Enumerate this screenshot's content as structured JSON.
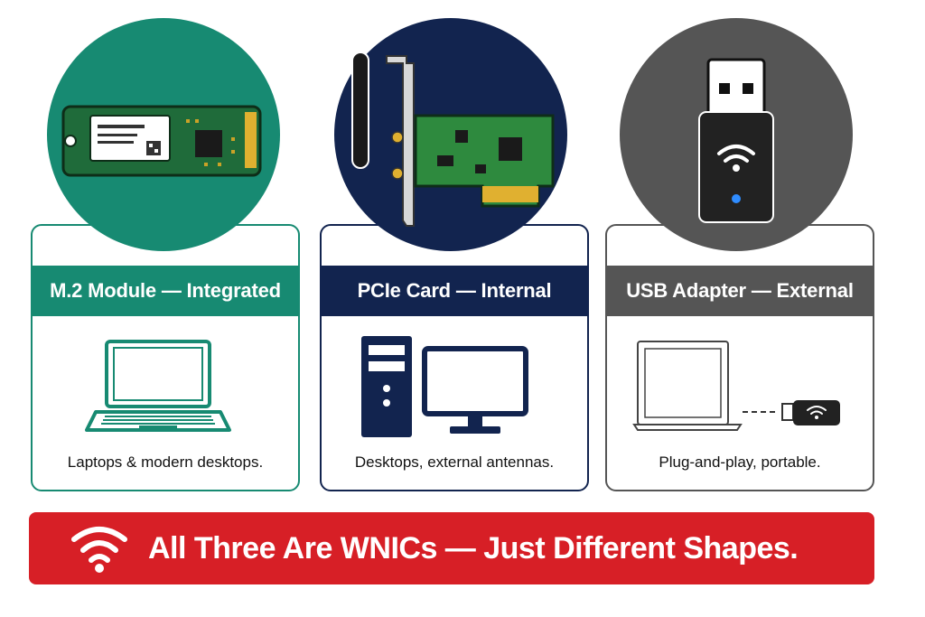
{
  "colors": {
    "teal": "#178a72",
    "navy": "#12244f",
    "gray": "#555555",
    "red": "#d71f26"
  },
  "cards": [
    {
      "title": "M.2 Module — Integrated",
      "caption": "Laptops & modern desktops.",
      "device_icon": "m2-module-icon",
      "usage_icon": "laptop-icon"
    },
    {
      "title": "PCIe Card — Internal",
      "caption": "Desktops, external antennas.",
      "device_icon": "pcie-card-icon",
      "usage_icon": "desktop-pc-icon"
    },
    {
      "title": "USB Adapter — External",
      "caption": "Plug-and-play, portable.",
      "device_icon": "usb-adapter-icon",
      "usage_icon": "laptop-with-usb-dongle-icon"
    }
  ],
  "banner": {
    "text": "All Three Are WNICs — Just Different Shapes.",
    "icon": "wifi-icon"
  }
}
